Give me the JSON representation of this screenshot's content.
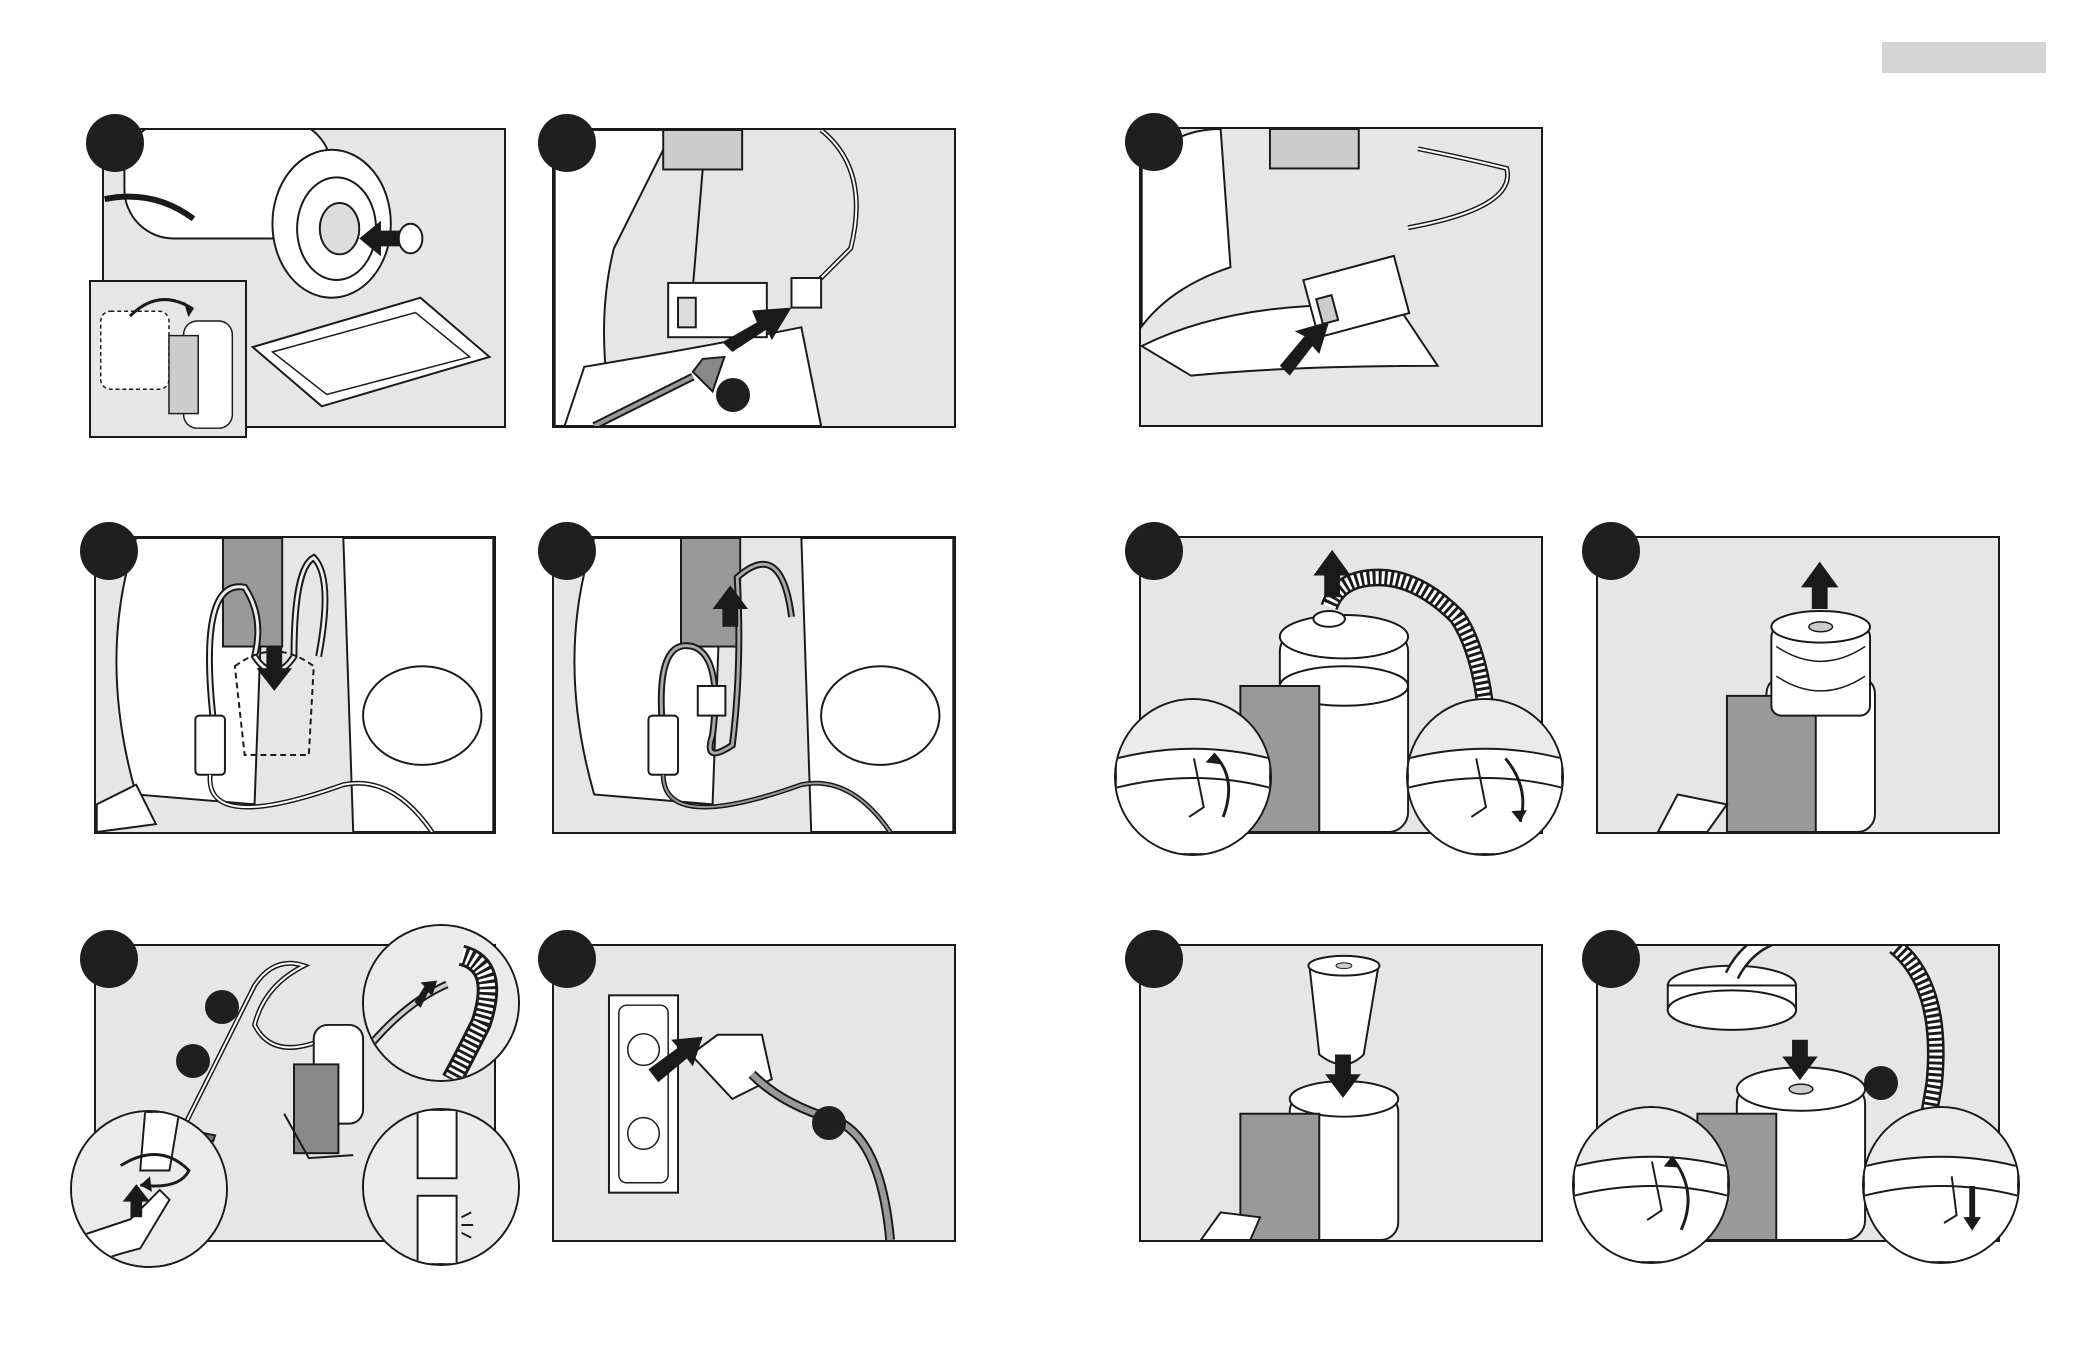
{
  "page": {
    "tab_text": "",
    "colors": {
      "panel_fill": "#e6e6e6",
      "line": "#1a1a1a",
      "marker": "#1f1f1f",
      "tab": "#d4d4d4"
    }
  },
  "steps": [
    {
      "id": "a",
      "subject": "motor-exhaust-cap",
      "icon": "push-arrow-icon"
    },
    {
      "id": "b",
      "subject": "power-cord-plug",
      "icon": "push-arrow-icon"
    },
    {
      "id": "c",
      "subject": "cord-connector-seat",
      "icon": "push-arrow-icon"
    },
    {
      "id": "d",
      "subject": "cord-loop-insert",
      "icon": "down-arrow-icon"
    },
    {
      "id": "e",
      "subject": "cord-loop-pull",
      "icon": "up-arrow-icon"
    },
    {
      "id": "f",
      "subject": "hose-and-wand-assembly",
      "icon": "rotate-arrow-icon"
    },
    {
      "id": "g",
      "subject": "wall-outlet-plug",
      "icon": "push-arrow-icon"
    },
    {
      "id": "h",
      "subject": "lid-latch-release",
      "icon": "up-arrow-icon"
    },
    {
      "id": "i",
      "subject": "filter-removal",
      "icon": "up-arrow-icon"
    },
    {
      "id": "j",
      "subject": "filter-insertion",
      "icon": "down-arrow-icon"
    },
    {
      "id": "k",
      "subject": "lid-latch-close",
      "icon": "down-arrow-icon"
    }
  ]
}
